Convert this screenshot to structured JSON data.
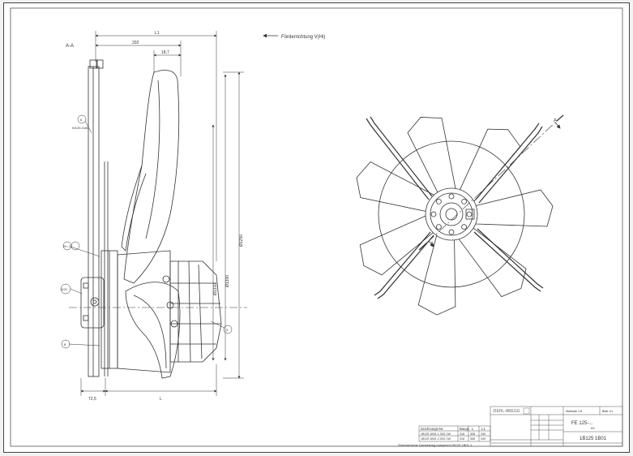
{
  "drawing": {
    "section_label": "A-A",
    "flow_direction": "Förderrichtung  V(Hi)",
    "dim_L1": "L1",
    "dim_202": "202",
    "dim_18": "18,7",
    "dim_725": "72,5",
    "dim_L": "L",
    "dim_d1": "Ø1250",
    "dim_d2": "Ø1300",
    "dim_d3": "Ø1310",
    "callout_6": "6",
    "callout_6_note": "W125-1180",
    "callout_20": "20 / 21",
    "callout_1100": "1100",
    "callout_8": "8",
    "callout_3": "3",
    "section_mark_a1": "A",
    "section_mark_a2": "A"
  },
  "variant_table": {
    "headers": [
      "Zeichnungs-Nr.",
      "Baugr.",
      "L",
      "L1"
    ],
    "rows": [
      [
        "1B125 1B01.1.30G 1W",
        "318",
        "308",
        "349"
      ],
      [
        "1B125 1B01.2.30G 1W",
        "318",
        "308",
        "349"
      ]
    ],
    "note": "Zeichnerische Darstellung entspricht 1B125 1B01.1"
  },
  "title_block": {
    "company": "ZIEHL-ABEGG",
    "scale": "Maßstab 1:8",
    "sheet": "Blatt 1/1",
    "title": "FE 125-...",
    "subtitle": "6/1",
    "drawing_number": "1B125 1B01"
  }
}
